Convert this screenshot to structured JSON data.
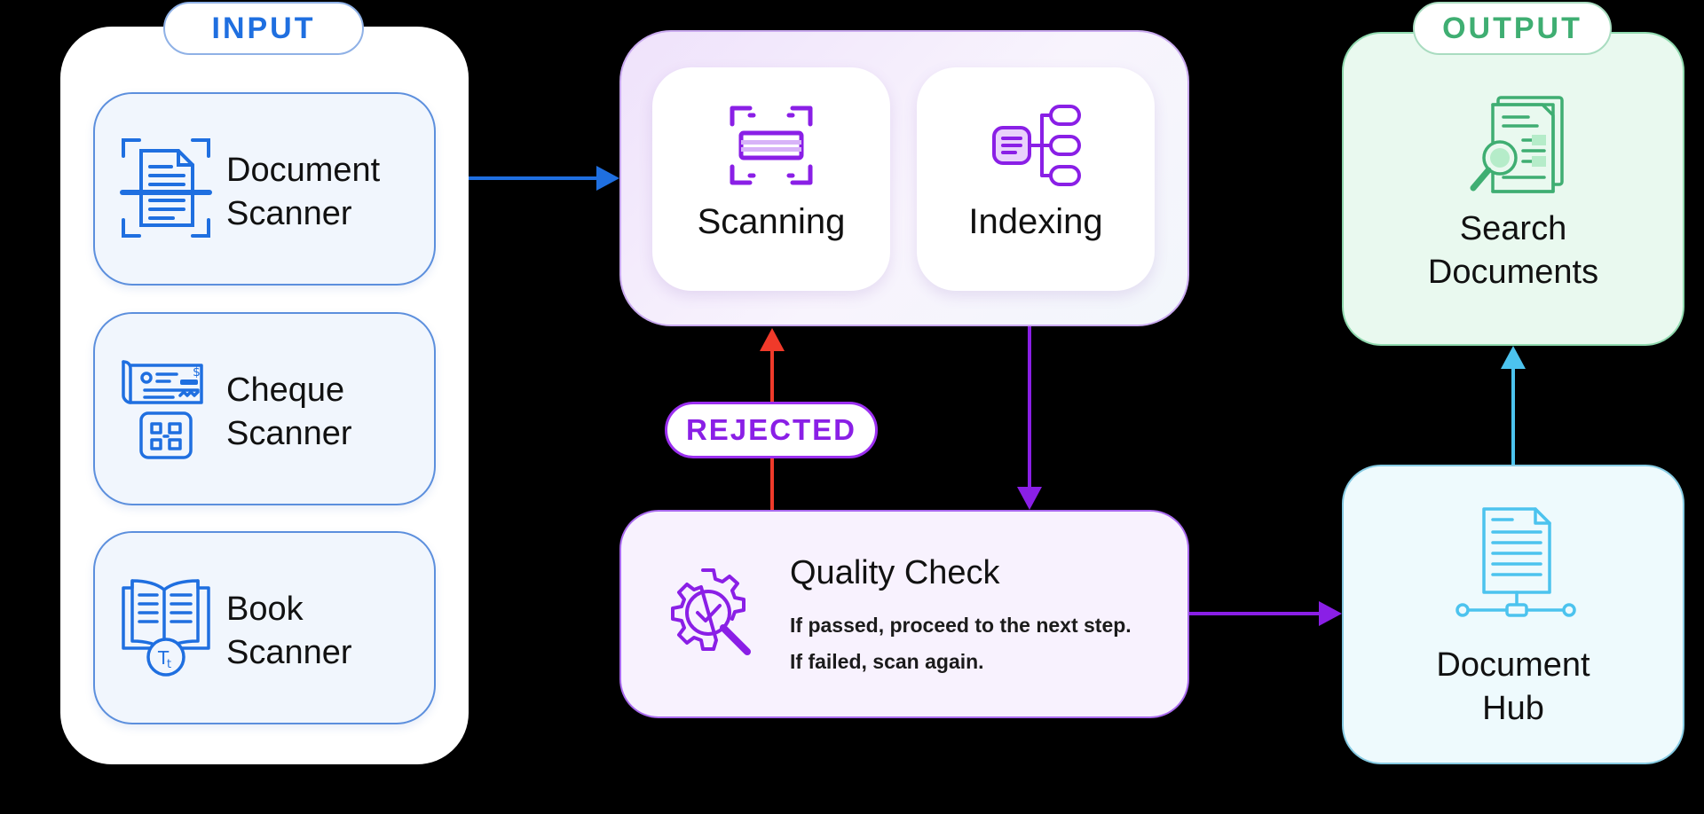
{
  "input": {
    "tag": "INPUT",
    "cards": [
      {
        "line1": "Document",
        "line2": "Scanner",
        "icon": "document-scanner-icon"
      },
      {
        "line1": "Cheque",
        "line2": "Scanner",
        "icon": "cheque-scanner-icon"
      },
      {
        "line1": "Book",
        "line2": "Scanner",
        "icon": "book-scanner-icon"
      }
    ]
  },
  "process": {
    "steps": [
      {
        "label": "Scanning",
        "icon": "scan-frame-icon"
      },
      {
        "label": "Indexing",
        "icon": "index-tree-icon"
      }
    ]
  },
  "rejected_label": "REJECTED",
  "quality_check": {
    "title": "Quality Check",
    "line1": "If passed, proceed to the next step.",
    "line2": "If failed, scan again.",
    "icon": "gear-check-search-icon"
  },
  "output": {
    "tag": "OUTPUT",
    "search": {
      "line1": "Search",
      "line2": "Documents",
      "icon": "search-documents-icon"
    },
    "hub": {
      "line1": "Document",
      "line2": "Hub",
      "icon": "document-hub-icon"
    }
  },
  "colors": {
    "input_accent": "#1f6fe0",
    "output_accent": "#3fae72",
    "process_accent": "#8a1fe6",
    "rejected_arrow": "#f03a2a",
    "hub_arrow": "#4cc3ee"
  }
}
